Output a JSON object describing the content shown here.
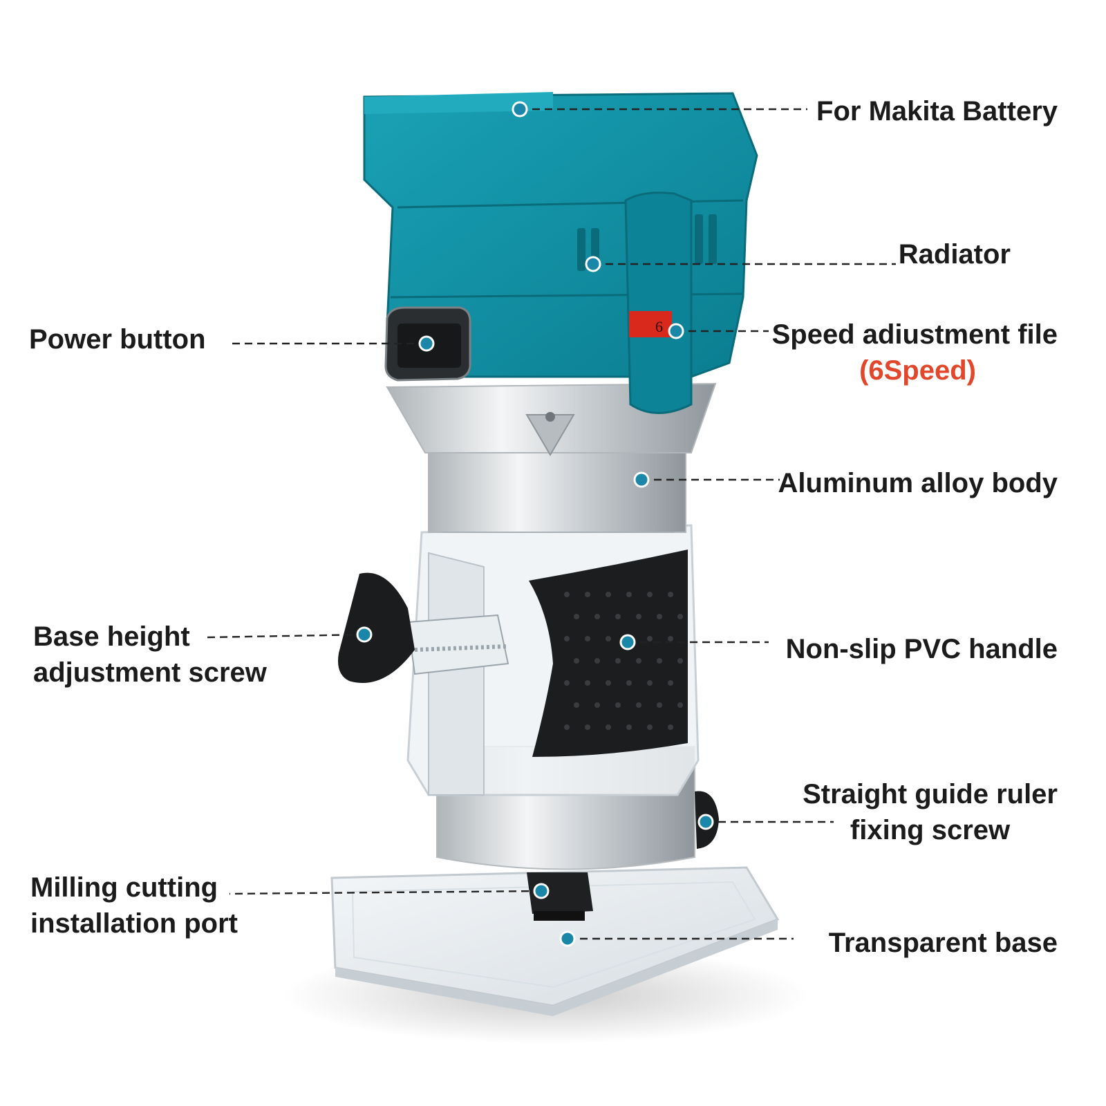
{
  "colors": {
    "housing": "#0e8ea3",
    "housing_dark": "#0a6f80",
    "aluminum": "#d9dde0",
    "grip": "#1c1d1f",
    "leader": "#222222",
    "dot": "#1a86a8",
    "accent": "#e2462b"
  },
  "labels": {
    "battery": "For Makita Battery",
    "radiator": "Radiator",
    "power_button": "Power button",
    "speed_line1": "Speed adiustment file",
    "speed_line2": "(6Speed)",
    "aluminum": "Aluminum alloy body",
    "base_height_line1": "Base height",
    "base_height_line2": "adjustment screw",
    "handle": "Non-slip PVC handle",
    "guide_line1": "Straight guide ruler",
    "guide_line2": "fixing screw",
    "milling_line1": "Milling cutting",
    "milling_line2": "installation port",
    "base": "Transparent base"
  },
  "dial_digit": "6"
}
